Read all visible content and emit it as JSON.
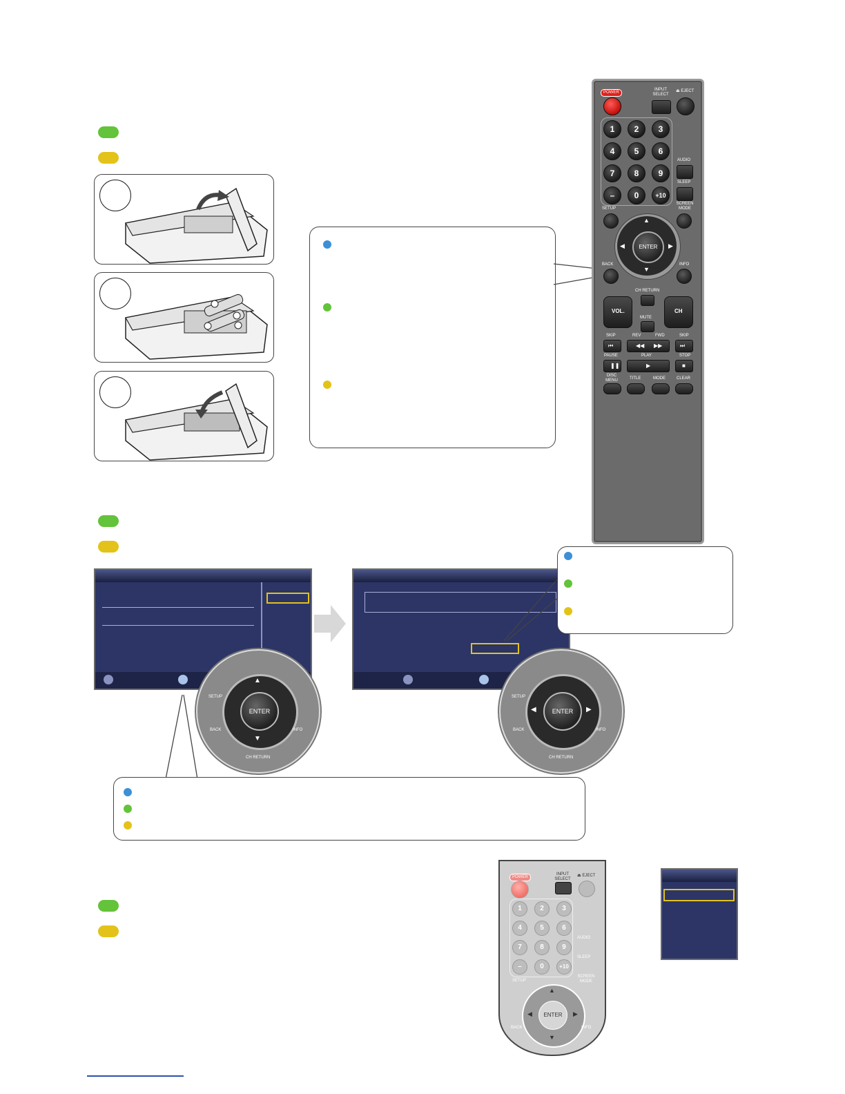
{
  "remote": {
    "power": "POWER",
    "input_select": "INPUT SELECT",
    "eject": "⏏ EJECT",
    "numbers": [
      "1",
      "2",
      "3",
      "4",
      "5",
      "6",
      "7",
      "8",
      "9",
      "–",
      "0",
      "+10"
    ],
    "audio": "AUDIO",
    "sleep": "SLEEP",
    "screen_mode": "SCREEN MODE",
    "setup": "SETUP",
    "enter": "ENTER",
    "back": "BACK",
    "info": "INFO",
    "ch_return": "CH RETURN",
    "vol": "VOL.",
    "ch": "CH",
    "mute": "MUTE",
    "skip_left": "SKIP",
    "rev": "REV",
    "fwd": "FWD",
    "skip_right": "SKIP",
    "pause": "PAUSE",
    "play": "PLAY",
    "stop": "STOP",
    "disc_menu": "DISC MENU",
    "title": "TITLE",
    "mode": "MODE",
    "clear": "CLEAR"
  },
  "colors": {
    "green": "#63c33a",
    "yellow": "#e3c31a",
    "blue": "#3d8fd6",
    "menu_bg": "#2c3566",
    "highlight": "#e3c31a",
    "power_red": "#e0201c"
  }
}
